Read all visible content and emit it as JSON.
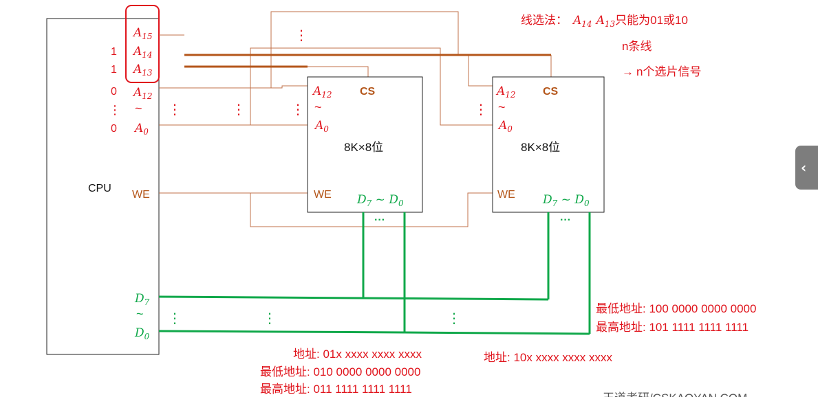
{
  "cpu": {
    "label": "CPU",
    "we_label": "WE",
    "addr_pins": [
      {
        "name": "A",
        "sub": "15",
        "bit": ""
      },
      {
        "name": "A",
        "sub": "14",
        "bit": "1"
      },
      {
        "name": "A",
        "sub": "13",
        "bit": "1"
      },
      {
        "name": "A",
        "sub": "12",
        "bit": "0"
      },
      {
        "name": "A",
        "sub": "0",
        "bit": "0"
      }
    ],
    "tilde": "~",
    "vdots": "⋮",
    "data_high": {
      "name": "D",
      "sub": "7"
    },
    "data_low": {
      "name": "D",
      "sub": "0"
    }
  },
  "chips": [
    {
      "addr_high": {
        "name": "A",
        "sub": "12"
      },
      "addr_low": {
        "name": "A",
        "sub": "0"
      },
      "cs_label": "CS",
      "capacity": "8K×8位",
      "we_label": "WE",
      "data_range": {
        "name_high": "D",
        "sub_high": "7",
        "sep": " ~ ",
        "name_low": "D",
        "sub_low": "0"
      }
    },
    {
      "addr_high": {
        "name": "A",
        "sub": "12"
      },
      "addr_low": {
        "name": "A",
        "sub": "0"
      },
      "cs_label": "CS",
      "capacity": "8K×8位",
      "we_label": "WE",
      "data_range": {
        "name_high": "D",
        "sub_high": "7",
        "sep": " ~ ",
        "name_low": "D",
        "sub_low": "0"
      }
    }
  ],
  "hdots": "···",
  "notes": {
    "method_prefix": "线选法：",
    "method_a14": {
      "name": "A",
      "sub": "14"
    },
    "method_a13": {
      "name": "A",
      "sub": "13"
    },
    "method_suffix": "只能为01或10",
    "line_count": "n条线",
    "arrow": "→",
    "signal_count": "n个选片信号"
  },
  "chip1_addr": {
    "address": "地址: 01x xxxx xxxx xxxx",
    "lowest": "最低地址: 010 0000 0000 0000",
    "highest": "最高地址: 011 1111 1111 1111"
  },
  "chip2_addr": {
    "address": "地址: 10x xxxx xxxx xxxx",
    "lowest": "最低地址: 100 0000 0000 0000",
    "highest": "最高地址: 101 1111 1111 1111"
  },
  "watermark": "王道考研/CSKAOYAN.COM",
  "colors": {
    "red": "#e0141c",
    "brown": "#b4561a",
    "green": "#10a84a",
    "thin_line": "#c0704a"
  }
}
